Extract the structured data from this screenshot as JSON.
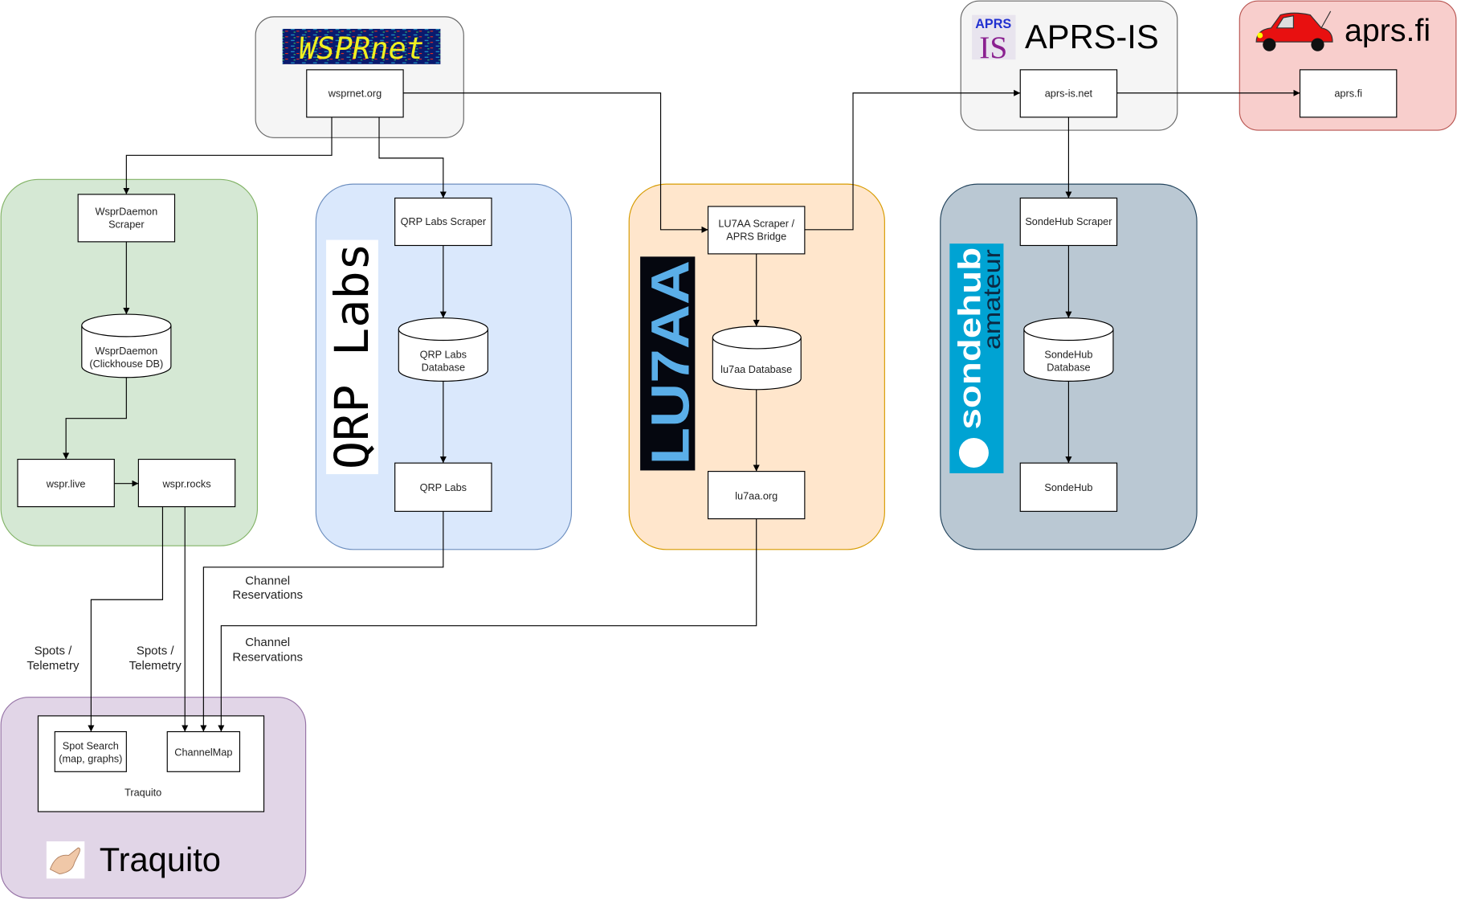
{
  "groups": {
    "wsprnet": {
      "logo_text": "WSPRnet",
      "node": "wsprnet.org",
      "fill": "#f5f5f5",
      "stroke": "#666666"
    },
    "aprsis": {
      "logo_text_top": "APRS",
      "logo_text_bottom": "IS",
      "title": "APRS-IS",
      "node": "aprs-is.net",
      "fill": "#f5f5f5",
      "stroke": "#666666"
    },
    "aprsfi": {
      "title": "aprs.fi",
      "node": "aprs.fi",
      "fill": "#f8cecc",
      "stroke": "#b85450",
      "icon": "car-icon"
    },
    "wsprdaemon": {
      "scraper": [
        "WsprDaemon",
        "Scraper"
      ],
      "db": [
        "WsprDaemon",
        "(Clickhouse DB)"
      ],
      "live": "wspr.live",
      "rocks": "wspr.rocks",
      "fill": "#d5e8d4",
      "stroke": "#82b366"
    },
    "qrplabs": {
      "logo_text": "QRP Labs",
      "scraper": "QRP Labs Scraper",
      "db": [
        "QRP Labs",
        "Database"
      ],
      "site": "QRP Labs",
      "fill": "#dae8fc",
      "stroke": "#6c8ebf"
    },
    "lu7aa": {
      "logo_text": "LU7AA",
      "scraper": [
        "LU7AA Scraper /",
        "APRS Bridge"
      ],
      "db": "lu7aa Database",
      "site": "lu7aa.org",
      "fill": "#ffe6cc",
      "stroke": "#d79b00"
    },
    "sondehub": {
      "logo_text": "sondehub",
      "logo_sub": "amateur",
      "scraper": "SondeHub Scraper",
      "db": [
        "SondeHub",
        "Database"
      ],
      "site": "SondeHub",
      "fill": "#bac8d3",
      "stroke": "#23445d"
    },
    "traquito": {
      "title": "Traquito",
      "app_label": "Traquito",
      "spot_search": [
        "Spot Search",
        "(map, graphs)"
      ],
      "channel_map": "ChannelMap",
      "fill": "#e1d5e7",
      "stroke": "#9673a6",
      "icon": "hand-icon"
    }
  },
  "edge_labels": {
    "channel_res_1": [
      "Channel",
      "Reservations"
    ],
    "channel_res_2": [
      "Channel",
      "Reservations"
    ],
    "spots_1": [
      "Spots /",
      "Telemetry"
    ],
    "spots_2": [
      "Spots /",
      "Telemetry"
    ]
  }
}
